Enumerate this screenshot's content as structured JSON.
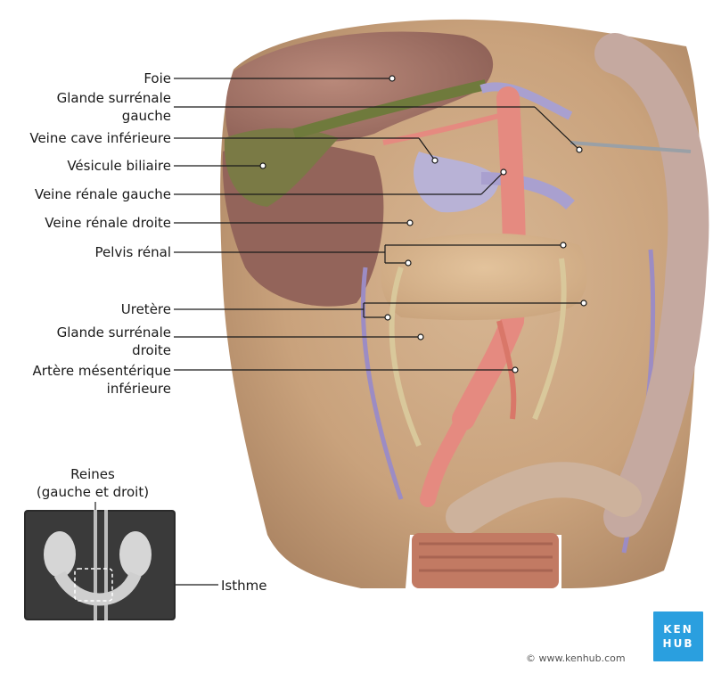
{
  "labels": {
    "foie": "Foie",
    "surrenale_gauche_1": "Glande surrénale",
    "surrenale_gauche_2": "gauche",
    "veine_cave": "Veine cave inférieure",
    "vesicule": "Vésicule biliaire",
    "renale_gauche": "Veine rénale gauche",
    "renale_droite": "Veine rénale droite",
    "pelvis": "Pelvis rénal",
    "uretere": "Uretère",
    "surrenale_droite_1": "Glande surrénale",
    "surrenale_droite_2": "droite",
    "mesenterique_1": "Artère mésentérique",
    "mesenterique_2": "inférieure"
  },
  "inset": {
    "title_1": "Reines",
    "title_2": "(gauche et droit)",
    "isthme": "Isthme"
  },
  "brand": {
    "logo_line1": "KEN",
    "logo_line2": "HUB",
    "copyright": "© www.kenhub.com",
    "accent_color": "#2a9fdf"
  }
}
